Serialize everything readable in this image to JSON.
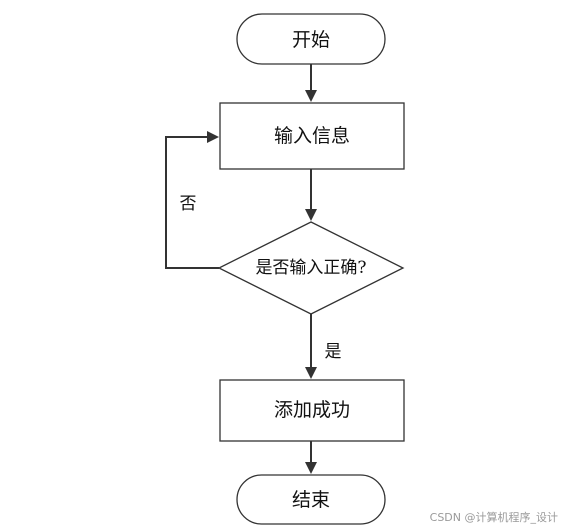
{
  "diagram": {
    "type": "flowchart",
    "nodes": {
      "start": "开始",
      "input": "输入信息",
      "check": "是否输入正确?",
      "success": "添加成功",
      "end": "结束"
    },
    "edge_labels": {
      "no": "否",
      "yes": "是"
    },
    "colors": {
      "line": "#333333",
      "fill": "#ffffff",
      "text": "#111111"
    }
  },
  "watermark": "CSDN @计算机程序_设计"
}
